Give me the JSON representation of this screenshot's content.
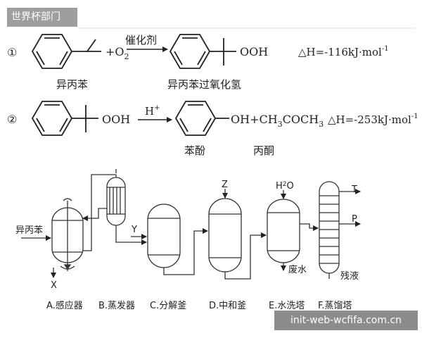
{
  "watermark_top": "世界杯部门",
  "watermark_bottom": "init-web-wcfifa.com.cn",
  "reaction1": {
    "number": "①",
    "reactant_plus": "+O",
    "reactant_sub": "2",
    "catalyst": "催化剂",
    "product_group": "OOH",
    "enthalpy": "△H=-116kJ·mol",
    "enthalpy_sup": "-1",
    "reactant_name": "异丙苯",
    "product_name": "异丙苯过氧化氢"
  },
  "reaction2": {
    "number": "②",
    "reactant_group": "OOH",
    "catalyst": "H",
    "catalyst_sup": "+",
    "product_group": "OH+CH",
    "product_sub1": "3",
    "product_mid": "COCH",
    "product_sub2": "3",
    "enthalpy": "△H=-253kJ·mol",
    "enthalpy_sup": "-1",
    "product_name1": "苯酚",
    "product_name2": "丙酮"
  },
  "flow": {
    "feed_label": "异丙苯",
    "x_label": "X",
    "y_label": "Y",
    "z_label": "Z",
    "h2o_label": "H",
    "h2o_sub": "2",
    "h2o_tail": "O",
    "waste_water": "废水",
    "t_label": "T",
    "p_label": "P",
    "residue": "残液",
    "units": [
      "A.感应器",
      "B.蒸发器",
      "C.分解釜",
      "D.中和釜",
      "E.水洗塔",
      "F.蒸馏塔"
    ]
  }
}
